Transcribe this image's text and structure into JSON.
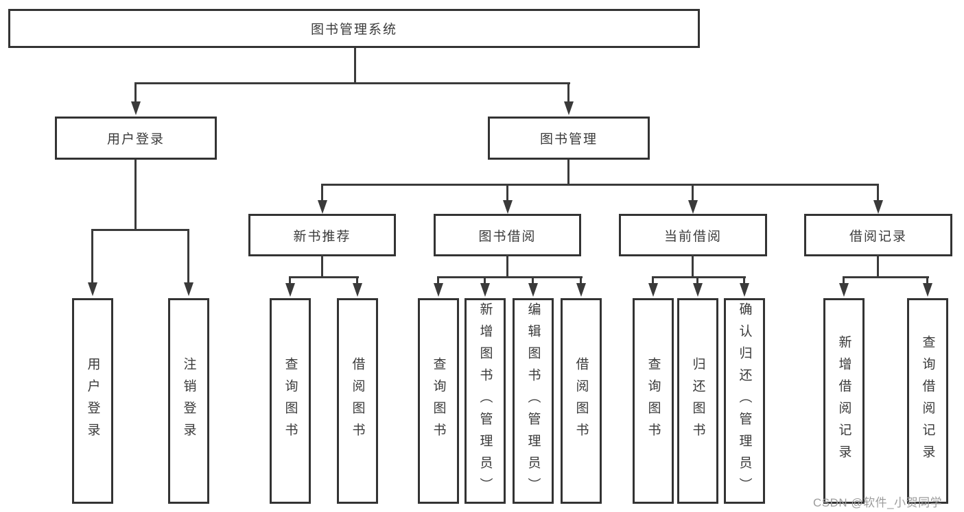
{
  "tree": {
    "label": "图书管理系统",
    "children": [
      {
        "label": "用户登录",
        "children": [
          {
            "label": "用户登录"
          },
          {
            "label": "注销登录"
          }
        ]
      },
      {
        "label": "图书管理",
        "children": [
          {
            "label": "新书推荐",
            "children": [
              {
                "label": "查询图书"
              },
              {
                "label": "借阅图书"
              }
            ]
          },
          {
            "label": "图书借阅",
            "children": [
              {
                "label": "查询图书"
              },
              {
                "label": "新增图书（管理员）"
              },
              {
                "label": "编辑图书（管理员）"
              },
              {
                "label": "借阅图书"
              }
            ]
          },
          {
            "label": "当前借阅",
            "children": [
              {
                "label": "查询图书"
              },
              {
                "label": "归还图书"
              },
              {
                "label": "确认归还（管理员）"
              }
            ]
          },
          {
            "label": "借阅记录",
            "children": [
              {
                "label": "新增借阅记录"
              },
              {
                "label": "查询借阅记录"
              }
            ]
          }
        ]
      }
    ]
  },
  "watermark": {
    "text": "CSDN @软件_小贺同学"
  },
  "colors": {
    "box_border": "#333333",
    "connector": "#3a3a3a",
    "text": "#3a3a3a",
    "watermark": "#9c9c9c",
    "background": "#ffffff"
  }
}
